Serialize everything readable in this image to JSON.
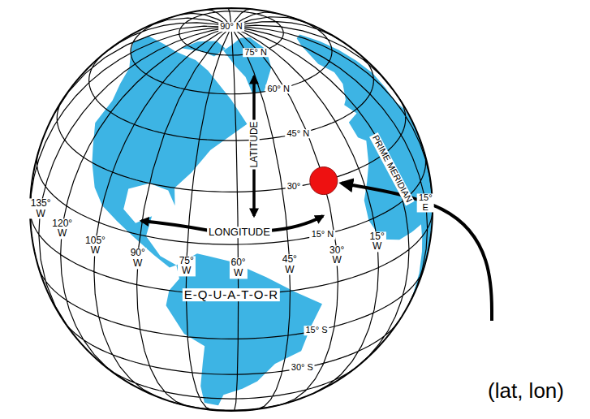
{
  "diagram": {
    "labels": [
      "90° N",
      "75° N",
      "60° N",
      "45° N",
      "30°",
      "LATITUDE",
      "135° W",
      "120° W",
      "105° W",
      "LONGITUDE",
      "15° N",
      "PRIME MERIDIAN",
      "15° E",
      "90° W",
      "75° W",
      "60° W",
      "45° W",
      "30° W",
      "15° W",
      "E-Q-U-A-T-O-R",
      "15° S",
      "30° S",
      "(lat, lon)"
    ]
  }
}
